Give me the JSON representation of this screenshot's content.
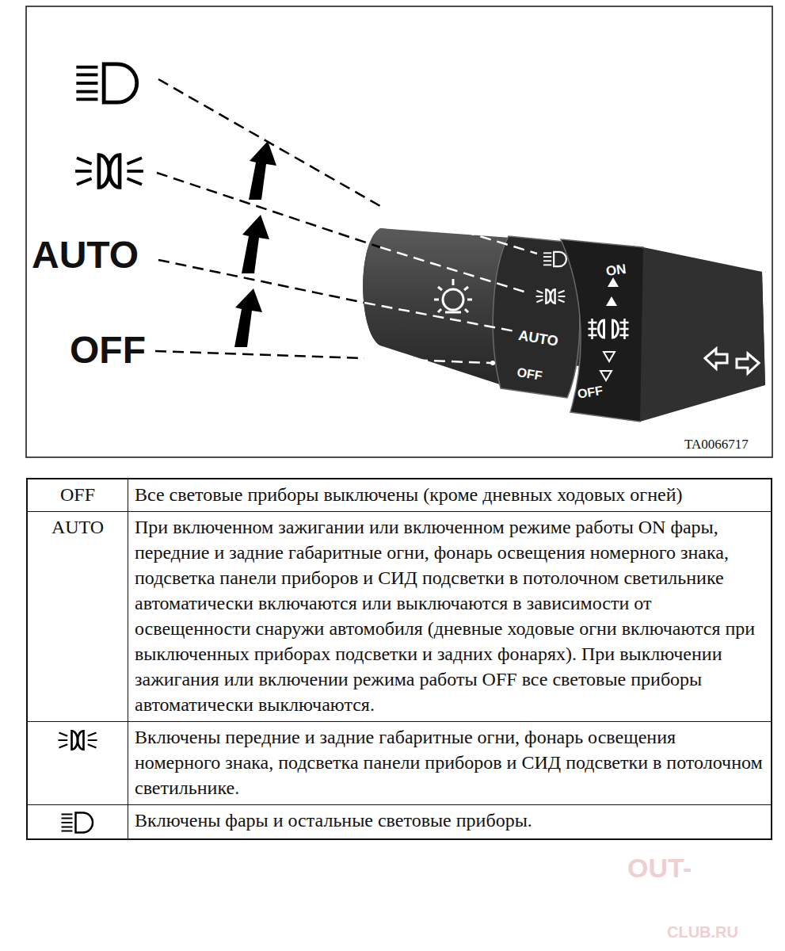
{
  "diagram": {
    "labels": [
      "AUTO",
      "OFF",
      "ON",
      "AUTO",
      "OFF",
      "OFF",
      "TA0066717",
      "OFF",
      "Все световые приборы выключены (кроме дневных ходовых огней)",
      "AUTO",
      "При включенном зажигании или включенном режиме работы ON фары, передние и задние габаритные огни, фонарь освещения номерного знака, подсветка панели приборов и СИД подсветки в потолочном светильнике автоматически включаются или выключаются в зависимости от освещенности снаружи автомобиля (дневные ходовые огни включаются при выключенных приборах подсветки и задних фонарях). При выключении зажигания или включении режима работы OFF все световые приборы автоматически выключаются.",
      "Включены передние и задние габаритные огни, фонарь освещения номерного знака, подсветка панели приборов и СИД подсветки в потолочном светильнике.",
      "Включены фары и остальные световые приборы.",
      "OUT-",
      "CLUB.RU"
    ]
  }
}
